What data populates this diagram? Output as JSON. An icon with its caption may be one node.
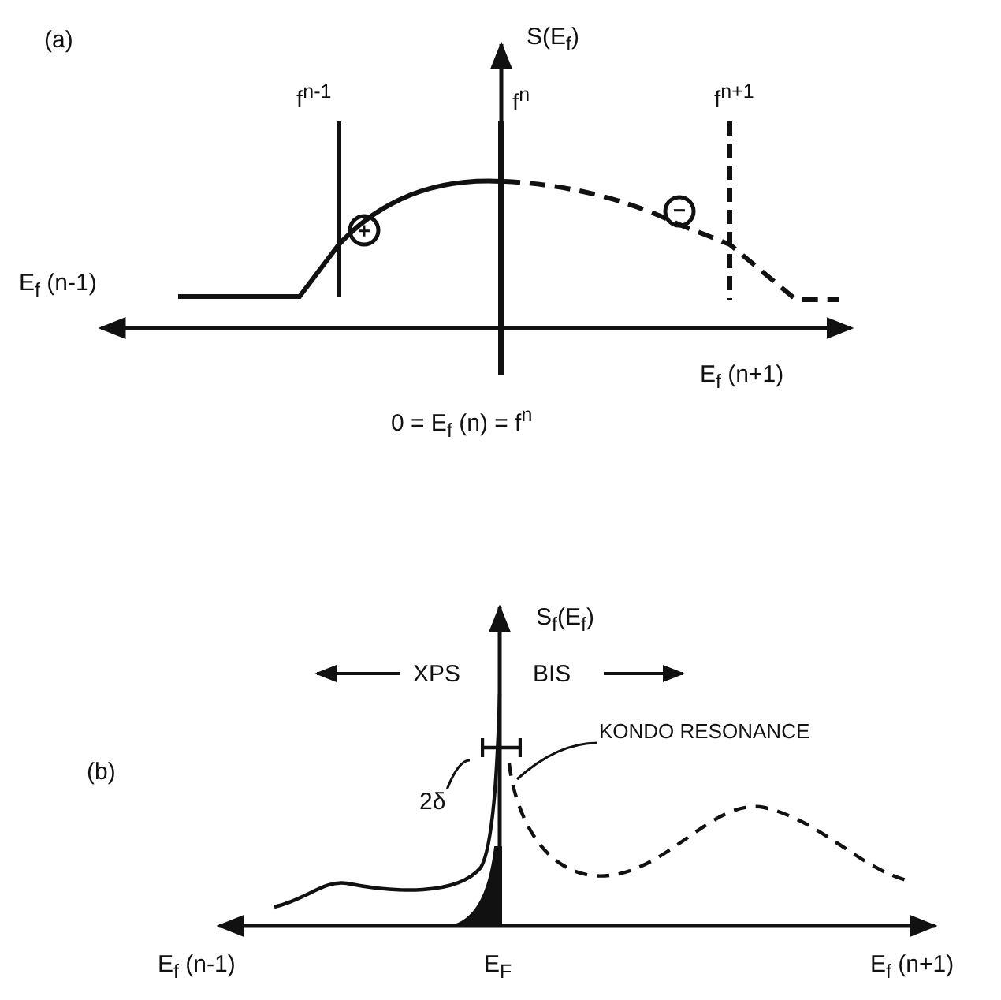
{
  "diagram": {
    "nodes": [
      {
        "text": [
          "KONDO RESONANCE"
        ]
      },
      {
        "text": [
          "2δ"
        ]
      },
      {
        "text": [],
        "shape": "bar"
      }
    ],
    "edges": [
      {
        "from": 0,
        "to": null,
        "arrow": "none"
      },
      {
        "from": 1,
        "to": 2,
        "arrow": "none"
      }
    ],
    "labels": [
      "(a)",
      "S(E$_{f}$)",
      "f$^{n-1}$",
      "f$^{n}$",
      "f$^{n+1}$",
      "+",
      "−",
      "E$_{f}$ (n-1)",
      "E$_{f}$ (n+1)",
      "0 = E$_{f}$ (n) = f$^{n}$",
      "S$_{f}$(E$_{f}$)",
      "XPS",
      "BIS",
      "(b)",
      "E$_{f}$ (n-1)",
      "E$_{F}$",
      "E$_{f}$ (n+1)"
    ]
  }
}
